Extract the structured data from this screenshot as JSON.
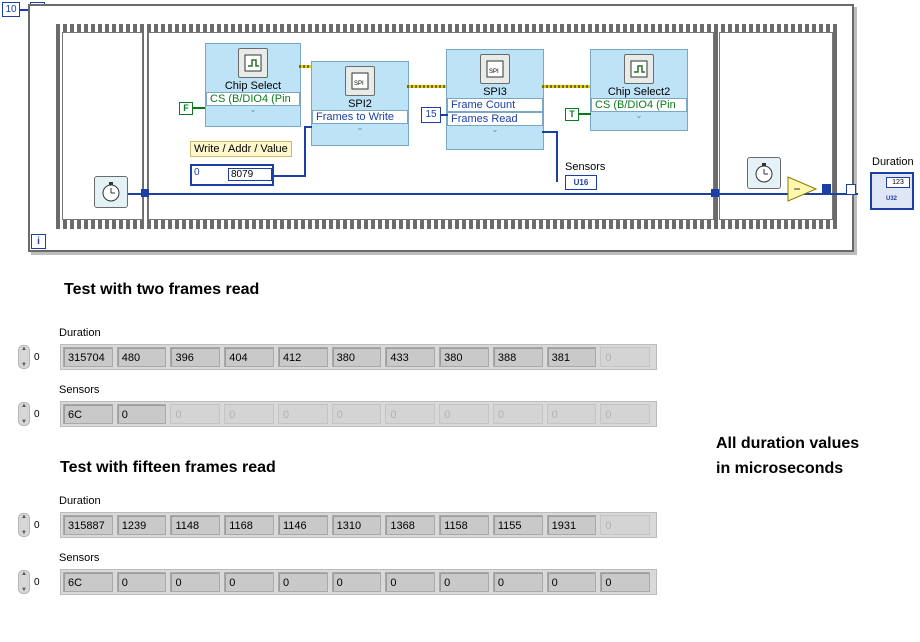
{
  "diagram": {
    "loop_count": "10",
    "loop_n": "N",
    "loop_i": "i",
    "chip_select": {
      "title": "Chip Select",
      "terminal": "CS (B/DIO4 (Pin",
      "const": "F"
    },
    "spi2": {
      "title": "SPI2",
      "terminal": "Frames to Write",
      "icon": "SPI"
    },
    "spi3": {
      "title": "SPI3",
      "terminal1": "Frame Count",
      "terminal2": "Frames Read",
      "icon": "SPI",
      "const": "15"
    },
    "chip_select2": {
      "title": "Chip Select2",
      "terminal": "CS (B/DIO4 (Pin",
      "const": "T"
    },
    "write_label": "Write / Addr / Value",
    "write_index": "0",
    "write_value": "8079",
    "sensors_label": "Sensors",
    "sensors_type": "U16",
    "duration_label": "Duration",
    "duration_type": "U32",
    "duration_num": "123",
    "tick_icon": "tick-count-icon"
  },
  "panel": {
    "heading_two": "Test with two frames read",
    "heading_fifteen": "Test with fifteen frames read",
    "note_line1": "All duration values",
    "note_line2": "in microseconds",
    "two": {
      "duration": {
        "label": "Duration",
        "index": "0",
        "values": [
          "315704",
          "480",
          "396",
          "404",
          "412",
          "380",
          "433",
          "380",
          "388",
          "381",
          "0"
        ],
        "enabled": [
          true,
          true,
          true,
          true,
          true,
          true,
          true,
          true,
          true,
          true,
          false
        ]
      },
      "sensors": {
        "label": "Sensors",
        "index": "0",
        "values": [
          "6C",
          "0",
          "0",
          "0",
          "0",
          "0",
          "0",
          "0",
          "0",
          "0",
          "0"
        ],
        "enabled": [
          true,
          true,
          false,
          false,
          false,
          false,
          false,
          false,
          false,
          false,
          false
        ]
      }
    },
    "fifteen": {
      "duration": {
        "label": "Duration",
        "index": "0",
        "values": [
          "315887",
          "1239",
          "1148",
          "1168",
          "1146",
          "1310",
          "1368",
          "1158",
          "1155",
          "1931",
          "0"
        ],
        "enabled": [
          true,
          true,
          true,
          true,
          true,
          true,
          true,
          true,
          true,
          true,
          false
        ]
      },
      "sensors": {
        "label": "Sensors",
        "index": "0",
        "values": [
          "6C",
          "0",
          "0",
          "0",
          "0",
          "0",
          "0",
          "0",
          "0",
          "0",
          "0"
        ],
        "enabled": [
          true,
          true,
          true,
          true,
          true,
          true,
          true,
          true,
          true,
          true,
          true
        ]
      }
    }
  }
}
